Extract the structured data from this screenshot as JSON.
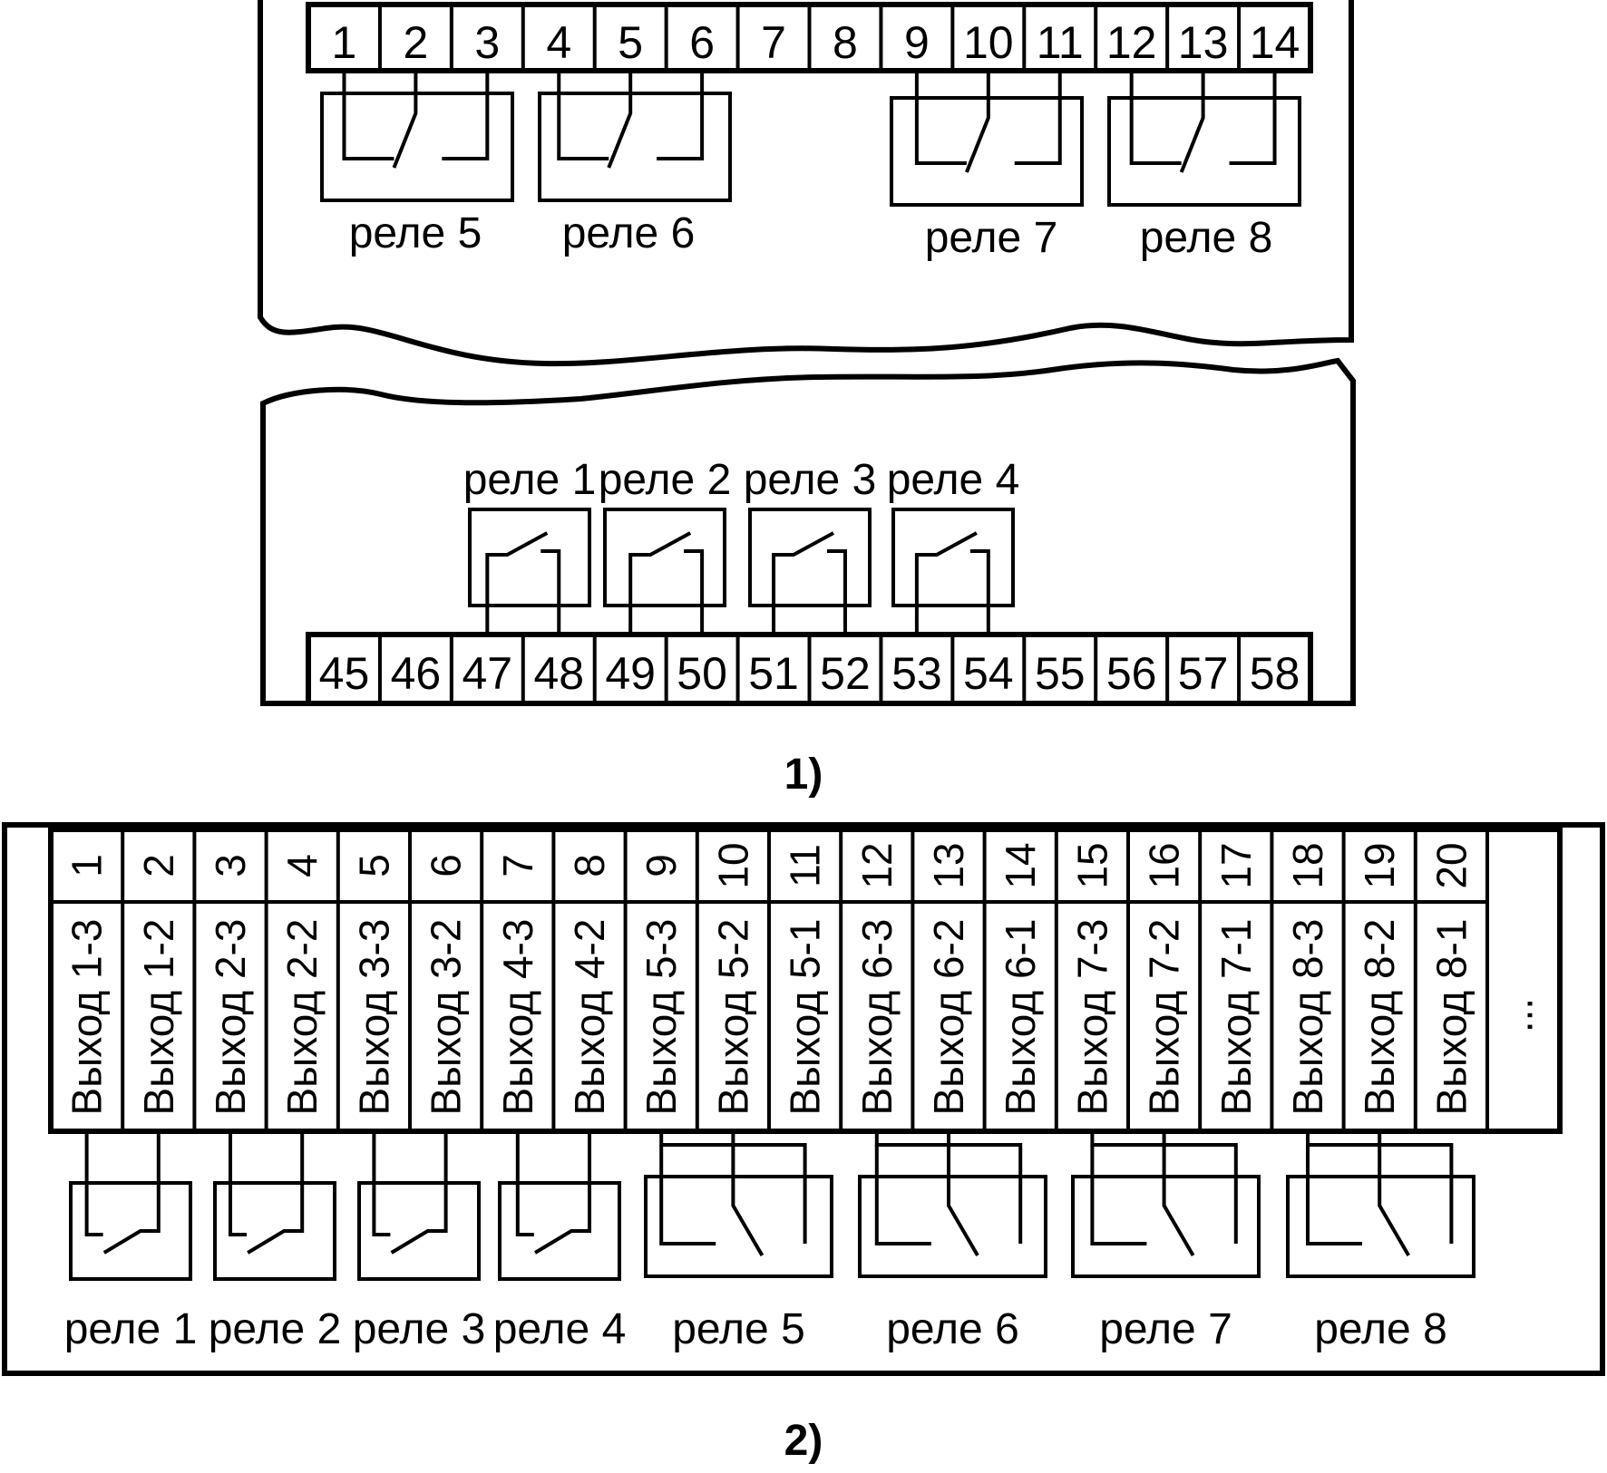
{
  "figure1": {
    "caption": "1)",
    "top_terminals": [
      "1",
      "2",
      "3",
      "4",
      "5",
      "6",
      "7",
      "8",
      "9",
      "10",
      "11",
      "12",
      "13",
      "14"
    ],
    "top_relays": [
      "реле 5",
      "реле 6",
      "реле 7",
      "реле 8"
    ],
    "bottom_terminals": [
      "45",
      "46",
      "47",
      "48",
      "49",
      "50",
      "51",
      "52",
      "53",
      "54",
      "55",
      "56",
      "57",
      "58"
    ],
    "bottom_relays": [
      "реле 1",
      "реле 2",
      "реле 3",
      "реле 4"
    ]
  },
  "figure2": {
    "caption": "2)",
    "terminal_numbers": [
      "1",
      "2",
      "3",
      "4",
      "5",
      "6",
      "7",
      "8",
      "9",
      "10",
      "11",
      "12",
      "13",
      "14",
      "15",
      "16",
      "17",
      "18",
      "19",
      "20"
    ],
    "outputs": [
      "Выход 1-3",
      "Выход 1-2",
      "Выход 2-3",
      "Выход 2-2",
      "Выход 3-3",
      "Выход 3-2",
      "Выход 4-3",
      "Выход 4-2",
      "Выход 5-3",
      "Выход 5-2",
      "Выход 5-1",
      "Выход 6-3",
      "Выход 6-2",
      "Выход 6-1",
      "Выход 7-3",
      "Выход 7-2",
      "Выход 7-1",
      "Выход 8-3",
      "Выход 8-2",
      "Выход 8-1"
    ],
    "continuation": "...",
    "relays": [
      "реле 1",
      "реле 2",
      "реле 3",
      "реле 4",
      "реле 5",
      "реле 6",
      "реле 7",
      "реле 8"
    ]
  }
}
